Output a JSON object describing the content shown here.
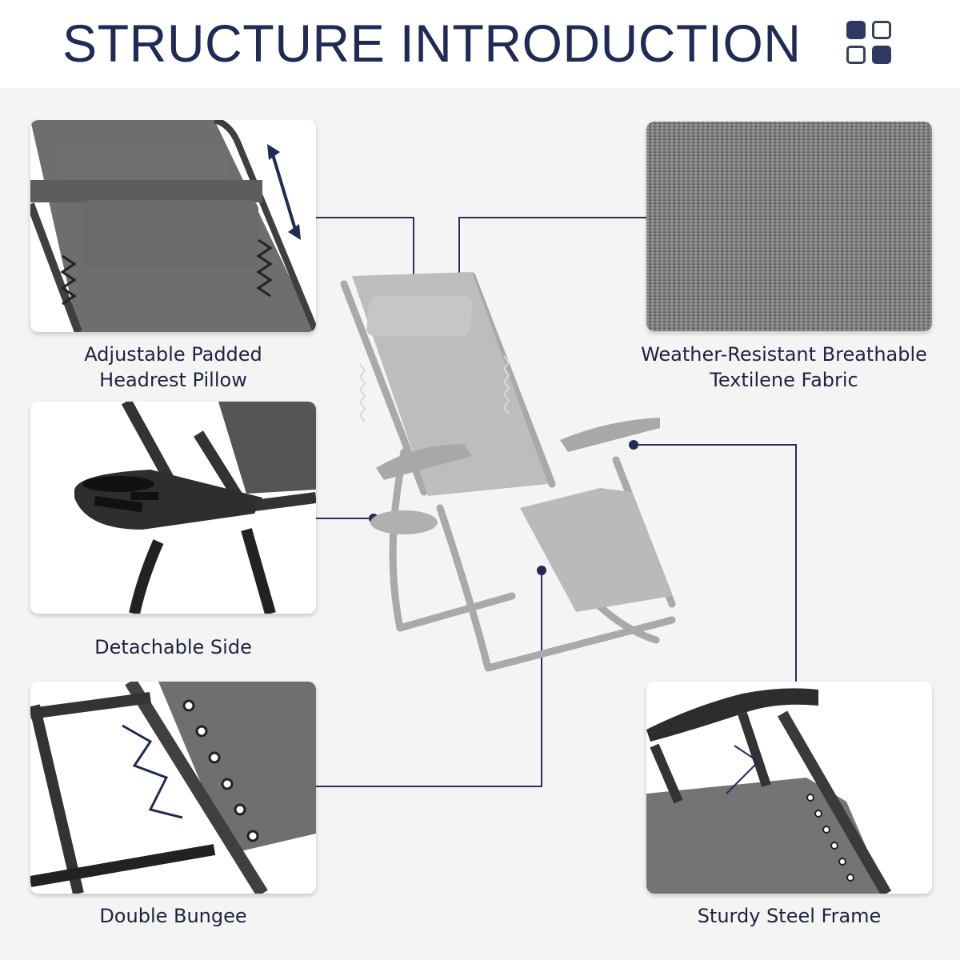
{
  "header": {
    "title": "STRUCTURE INTRODUCTION",
    "logo_icon": "four-squares-icon"
  },
  "features": [
    {
      "id": "headrest",
      "label": "Adjustable Padded Headrest Pillow",
      "label_line1": "Adjustable Padded",
      "label_line2": "Headrest Pillow"
    },
    {
      "id": "fabric",
      "label": "Weather-Resistant Breathable Textilene Fabric",
      "label_line1": "Weather-Resistant Breathable",
      "label_line2": "Textilene Fabric"
    },
    {
      "id": "side-tray",
      "label": "Detachable Side"
    },
    {
      "id": "bungee",
      "label": "Double Bungee"
    },
    {
      "id": "frame",
      "label": "Sturdy Steel Frame"
    }
  ],
  "colors": {
    "accent": "#1f2a55",
    "background": "#f4f4f4",
    "header_bg": "#ffffff",
    "fabric_gray": "#7a7a7a"
  }
}
